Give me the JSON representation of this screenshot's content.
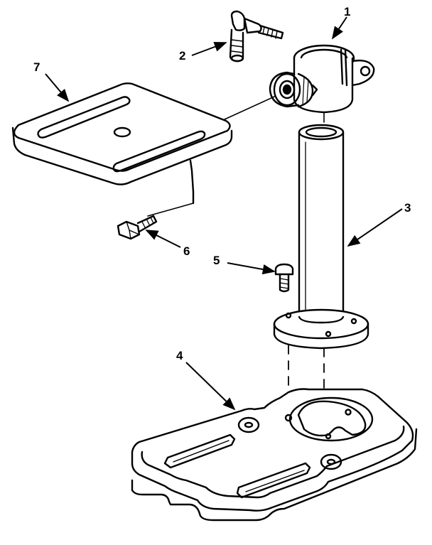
{
  "diagram": {
    "stroke_color": "#000000",
    "fill_color": "#ffffff",
    "callouts": [
      {
        "id": "c1",
        "label": "1"
      },
      {
        "id": "c2",
        "label": "2"
      },
      {
        "id": "c3",
        "label": "3"
      },
      {
        "id": "c4",
        "label": "4"
      },
      {
        "id": "c5",
        "label": "5"
      },
      {
        "id": "c6",
        "label": "6"
      },
      {
        "id": "c7",
        "label": "7"
      }
    ]
  }
}
